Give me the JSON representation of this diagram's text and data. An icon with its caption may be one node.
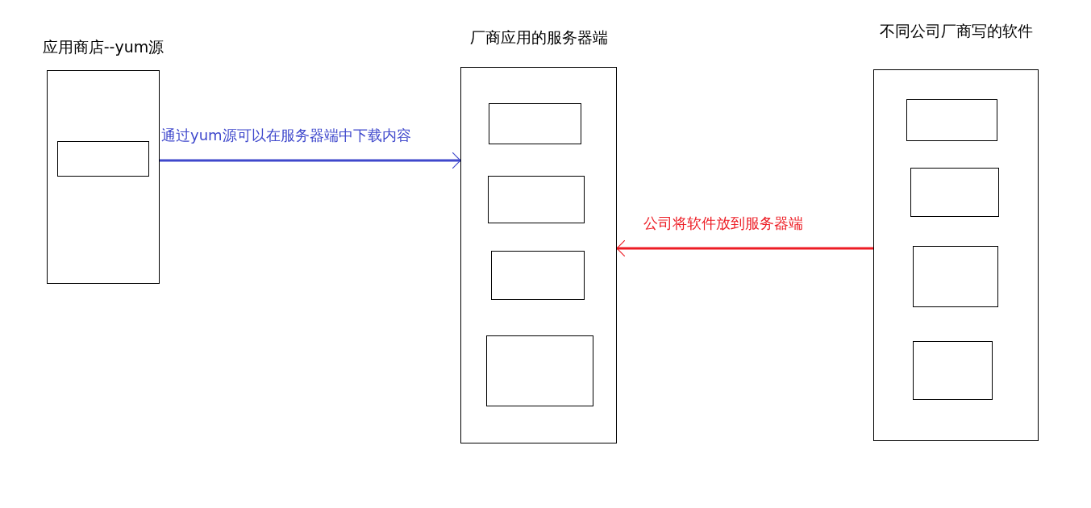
{
  "diagram": {
    "nodes": [
      {
        "text": [
          "应用商店--yum源"
        ]
      },
      {
        "text": [],
        "shape": "box",
        "in": 0
      },
      {
        "text": [
          "厂商应用的服务器端"
        ]
      },
      {
        "text": [],
        "shape": "box",
        "in": 2
      },
      {
        "text": [],
        "shape": "box",
        "in": 2
      },
      {
        "text": [],
        "shape": "box",
        "in": 2
      },
      {
        "text": [],
        "shape": "box",
        "in": 2
      },
      {
        "text": [
          "不同公司厂商写的软件"
        ]
      },
      {
        "text": [],
        "shape": "box",
        "in": 7
      },
      {
        "text": [],
        "shape": "box",
        "in": 7
      },
      {
        "text": [],
        "shape": "box",
        "in": 7
      },
      {
        "text": [],
        "shape": "box",
        "in": 7
      }
    ],
    "edges": [
      {
        "from": 0,
        "to": 2,
        "arrow": "to",
        "label": "通过yum源可以在服务器端中下载内容",
        "color": "#3f48cc"
      },
      {
        "from": 7,
        "to": 2,
        "arrow": "to",
        "label": "公司将软件放到服务器端",
        "color": "#ed1c24"
      }
    ]
  }
}
